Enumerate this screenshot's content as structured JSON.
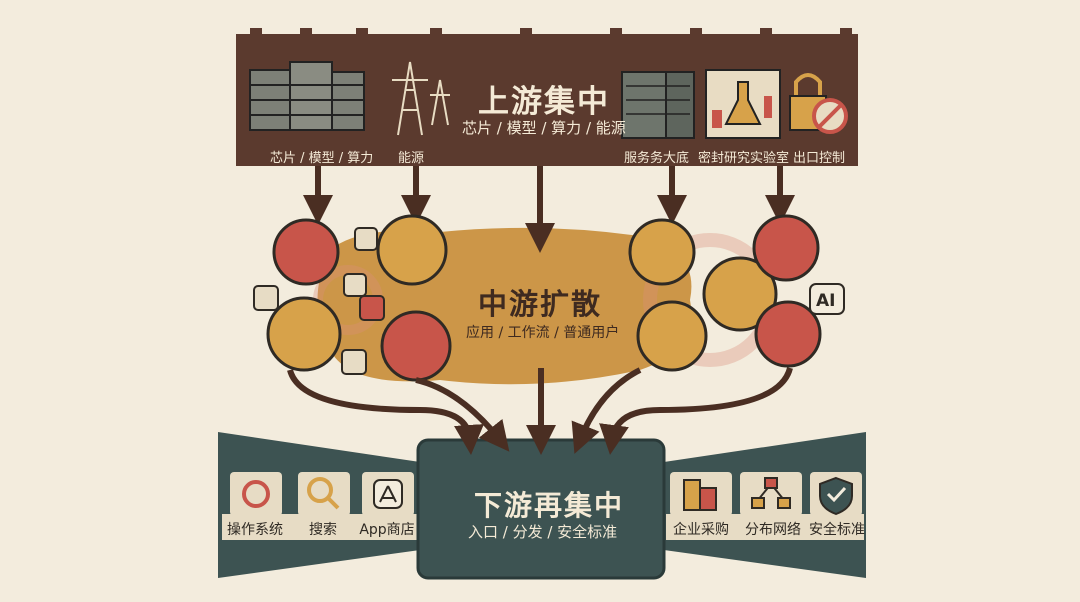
{
  "upstream": {
    "title": "上游集中",
    "subtitle": "芯片 / 模型 / 算力 / 能源",
    "labels": {
      "chips_models_compute": "芯片 / 模型 / 算力",
      "energy": "能源",
      "server_base": "服务务大底",
      "lab": "密封研究实验室",
      "export_control": "出口控制"
    }
  },
  "midstream": {
    "title": "中游扩散",
    "subtitle": "应用 / 工作流 / 普通用户",
    "ai_badge": "AI"
  },
  "downstream": {
    "title": "下游再集中",
    "subtitle": "入口 / 分发 / 安全标准",
    "left_items": [
      "操作系统",
      "搜索",
      "App商店"
    ],
    "right_items": [
      "企业采购",
      "分布网络",
      "安全标准"
    ]
  },
  "colors": {
    "upstream_bar": "#5b3a2e",
    "midstream_blob": "#c9913f",
    "downstream_box": "#3d5352",
    "arrow": "#4a2e22",
    "cream": "#f3ecdd",
    "accent_red": "#c8554a"
  },
  "icons": [
    "chip-stack-icon",
    "power-tower-icon",
    "server-rack-icon",
    "lab-flask-icon",
    "lock-icon",
    "no-entry-icon",
    "gear-icon",
    "magnifier-icon",
    "app-store-icon",
    "building-icon",
    "network-icon",
    "shield-check-icon"
  ]
}
